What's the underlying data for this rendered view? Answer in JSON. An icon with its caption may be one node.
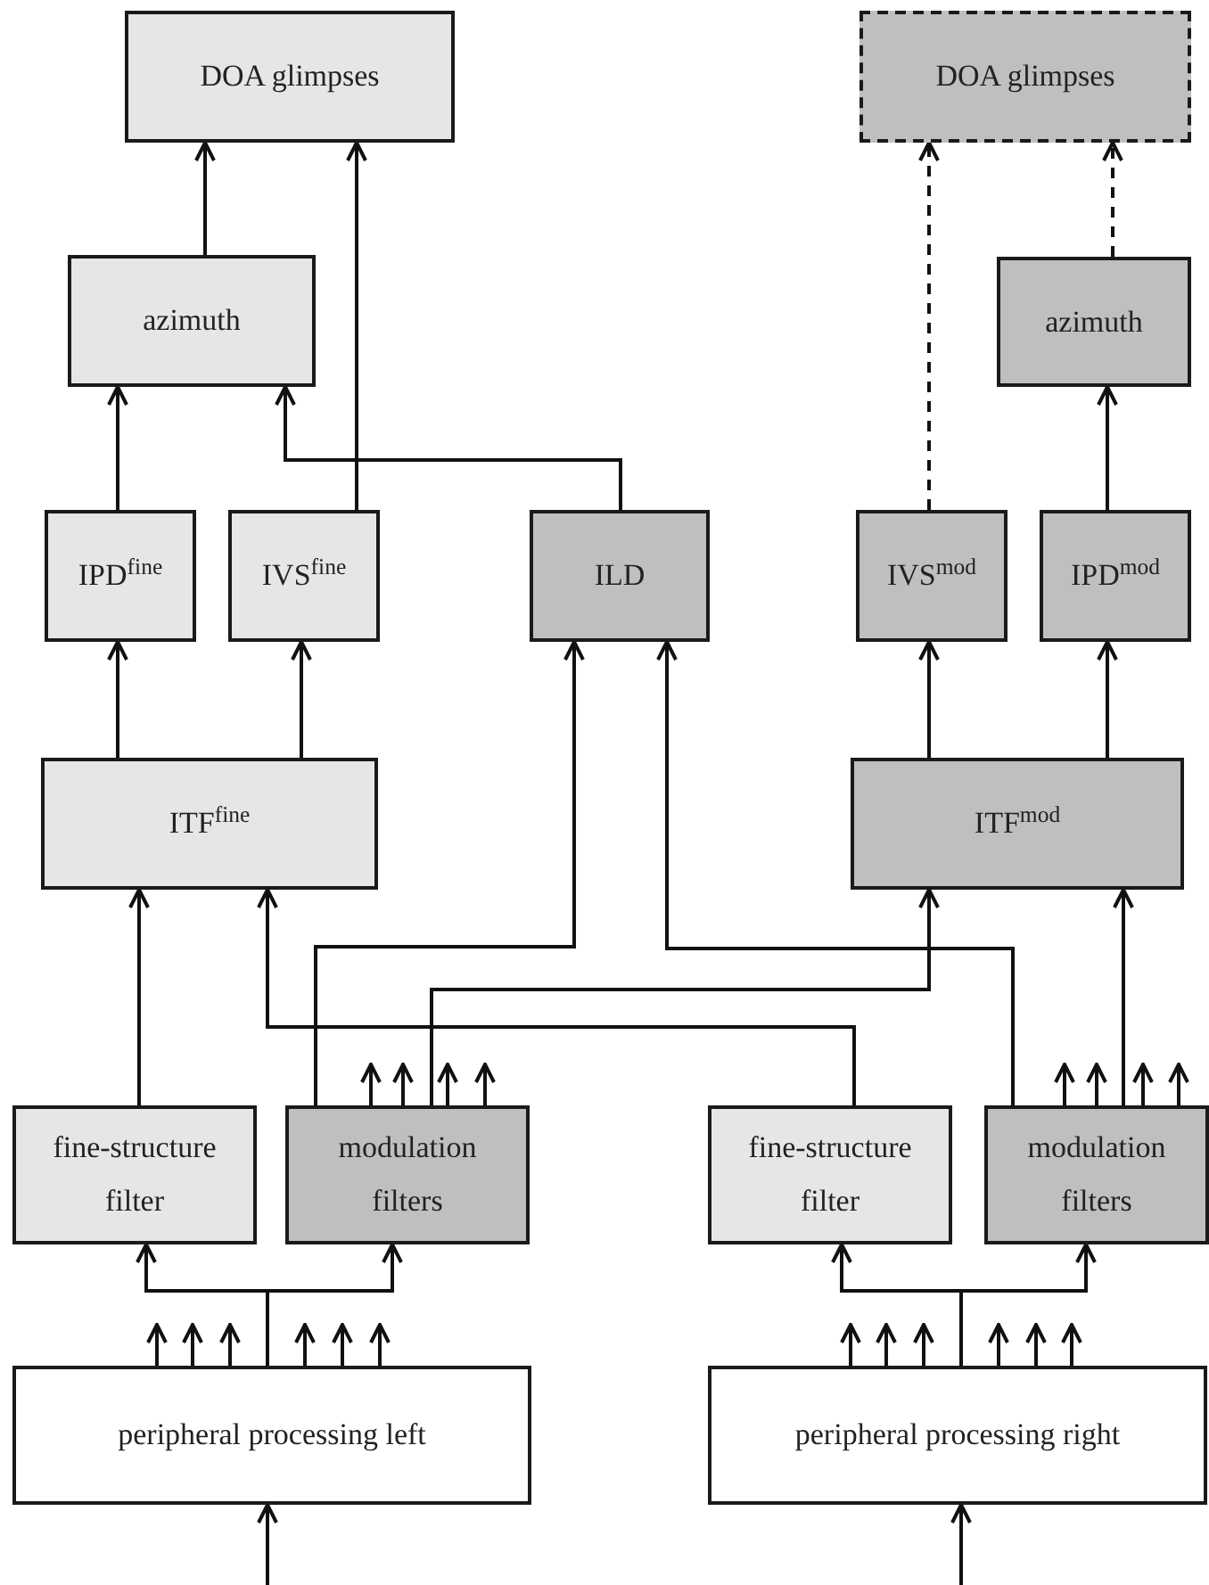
{
  "diagram": {
    "nodes": [
      {
        "text": [
          "DOA glimpses"
        ]
      },
      {
        "text": [
          "DOA glimpses"
        ]
      },
      {
        "text": [
          "azimuth"
        ]
      },
      {
        "text": [
          "azimuth"
        ]
      },
      {
        "text": [
          "IPD$^{fine}$"
        ]
      },
      {
        "text": [
          "IVS$^{fine}$"
        ]
      },
      {
        "text": [
          "ILD"
        ]
      },
      {
        "text": [
          "IVS$^{mod}$"
        ]
      },
      {
        "text": [
          "IPD$^{mod}$"
        ]
      },
      {
        "text": [
          "ITF$^{fine}$"
        ]
      },
      {
        "text": [
          "ITF$^{mod}$"
        ]
      },
      {
        "text": [
          "fine-structure filter"
        ]
      },
      {
        "text": [
          "modulation filters"
        ]
      },
      {
        "text": [
          "fine-structure filter"
        ]
      },
      {
        "text": [
          "modulation filters"
        ]
      },
      {
        "text": [
          "peripheral processing left"
        ]
      },
      {
        "text": [
          "peripheral processing right"
        ]
      }
    ],
    "edges": [
      {
        "from": 2,
        "to": 0,
        "arrow": "to"
      },
      {
        "from": 5,
        "to": 0,
        "arrow": "to"
      },
      {
        "from": 7,
        "to": 1,
        "arrow": "to",
        "style": "dashed"
      },
      {
        "from": 3,
        "to": 1,
        "arrow": "to",
        "style": "dashed"
      },
      {
        "from": 4,
        "to": 2,
        "arrow": "to"
      },
      {
        "from": 6,
        "to": 2,
        "arrow": "to"
      },
      {
        "from": 8,
        "to": 3,
        "arrow": "to"
      },
      {
        "from": 9,
        "to": 4,
        "arrow": "to"
      },
      {
        "from": 9,
        "to": 5,
        "arrow": "to"
      },
      {
        "from": 10,
        "to": 7,
        "arrow": "to"
      },
      {
        "from": 10,
        "to": 8,
        "arrow": "to"
      },
      {
        "from": 12,
        "to": 6,
        "arrow": "to"
      },
      {
        "from": 14,
        "to": 6,
        "arrow": "to"
      },
      {
        "from": 11,
        "to": 9,
        "arrow": "to"
      },
      {
        "from": 13,
        "to": 9,
        "arrow": "to"
      },
      {
        "from": 12,
        "to": 10,
        "arrow": "to"
      },
      {
        "from": 14,
        "to": 10,
        "arrow": "to"
      },
      {
        "from": 15,
        "to": 11,
        "arrow": "to"
      },
      {
        "from": 15,
        "to": 12,
        "arrow": "to"
      },
      {
        "from": 16,
        "to": 13,
        "arrow": "to"
      },
      {
        "from": 16,
        "to": 14,
        "arrow": "to"
      },
      {
        "from": null,
        "to": 15,
        "arrow": "to"
      },
      {
        "from": null,
        "to": 16,
        "arrow": "to"
      },
      {
        "from": 15,
        "to": null,
        "arrow": "to"
      },
      {
        "from": 15,
        "to": null,
        "arrow": "to"
      },
      {
        "from": 15,
        "to": null,
        "arrow": "to"
      },
      {
        "from": 15,
        "to": null,
        "arrow": "to"
      },
      {
        "from": 15,
        "to": null,
        "arrow": "to"
      },
      {
        "from": 15,
        "to": null,
        "arrow": "to"
      },
      {
        "from": 16,
        "to": null,
        "arrow": "to"
      },
      {
        "from": 16,
        "to": null,
        "arrow": "to"
      },
      {
        "from": 16,
        "to": null,
        "arrow": "to"
      },
      {
        "from": 16,
        "to": null,
        "arrow": "to"
      },
      {
        "from": 16,
        "to": null,
        "arrow": "to"
      },
      {
        "from": 16,
        "to": null,
        "arrow": "to"
      },
      {
        "from": 12,
        "to": null,
        "arrow": "to"
      },
      {
        "from": 12,
        "to": null,
        "arrow": "to"
      },
      {
        "from": 12,
        "to": null,
        "arrow": "to"
      },
      {
        "from": 12,
        "to": null,
        "arrow": "to"
      },
      {
        "from": 14,
        "to": null,
        "arrow": "to"
      },
      {
        "from": 14,
        "to": null,
        "arrow": "to"
      },
      {
        "from": 14,
        "to": null,
        "arrow": "to"
      },
      {
        "from": 14,
        "to": null,
        "arrow": "to"
      }
    ]
  }
}
